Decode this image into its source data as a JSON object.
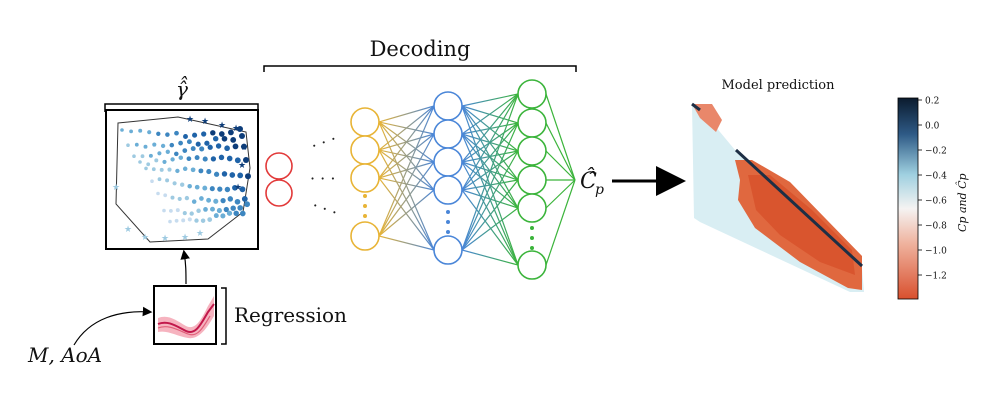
{
  "labels": {
    "gamma_hat": "γ̂̂",
    "decoding": "Decoding",
    "cp_hat": "Ĉ̂",
    "cp_sub": "p",
    "regression": "Regression",
    "inputs": "M, AoA",
    "model_prediction": "Model prediction",
    "ellipsis": "⋯",
    "vellipsis": "⋮"
  },
  "colorbar": {
    "ticks": [
      "0.2",
      "0.0",
      "−0.2",
      "−0.4",
      "−0.6",
      "−0.8",
      "−1.0",
      "−1.2"
    ],
    "label": "Cp and Ĉp",
    "top_color": "#0b1b2e",
    "mid_color": "#f7f4f2",
    "bottom_color": "#d9502e"
  },
  "network": {
    "layer_colors": [
      "#e8b436",
      "#4a86d8",
      "#3bb43b"
    ],
    "input_color": "#e23a3a"
  }
}
